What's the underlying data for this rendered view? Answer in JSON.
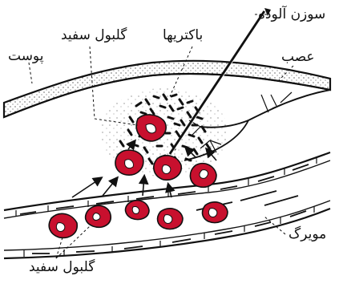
{
  "labels": {
    "needle": "سوزن آلوده",
    "white_blood_cell_top": "گلبول سفید",
    "bacteria": "باکتریها",
    "skin": "پوست",
    "nerve": "عصب",
    "capillary": "مویرگ",
    "white_blood_cell_bottom": "گلبول سفید"
  },
  "colors": {
    "cell_fill": "#c8102e",
    "cell_nucleus": "#ffffff",
    "ink": "#111111",
    "paper": "#ffffff"
  }
}
